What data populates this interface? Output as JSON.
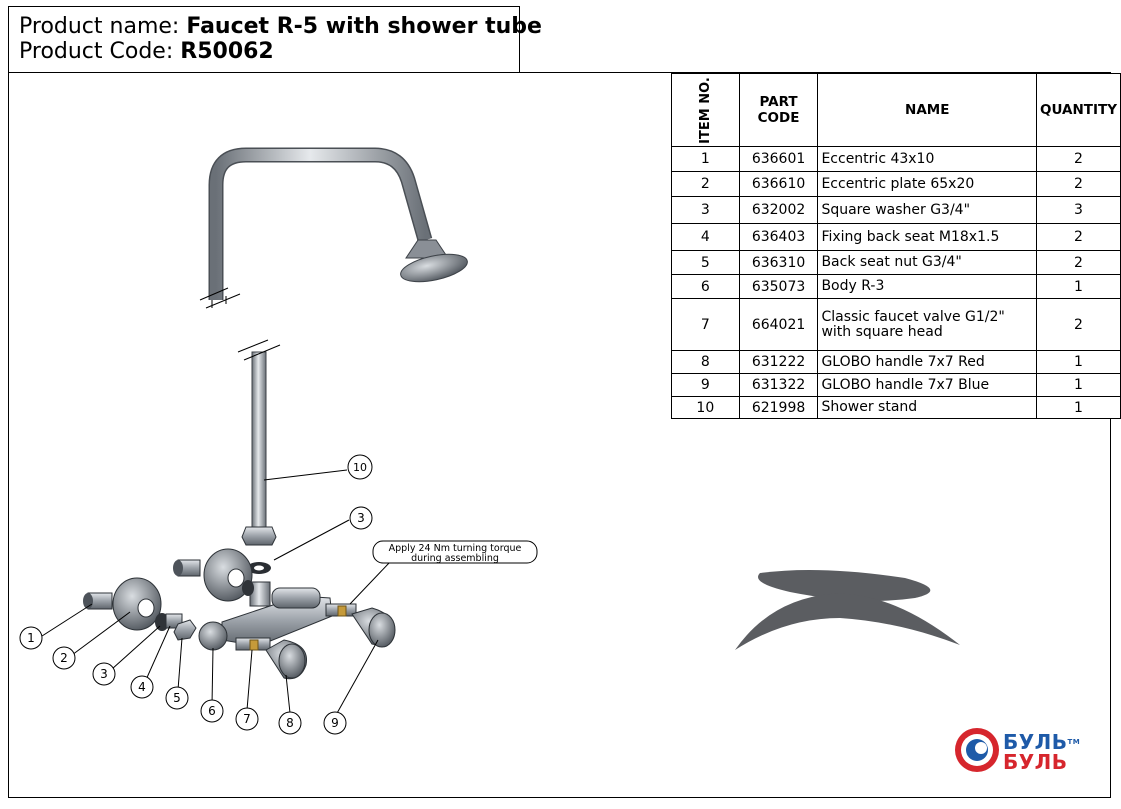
{
  "header": {
    "name_label": "Product name: ",
    "name_value": "Faucet R-5 with shower tube",
    "code_label": "Product Code: ",
    "code_value": "R50062"
  },
  "bom": {
    "headers": {
      "item": "ITEM NO.",
      "code": "PART CODE",
      "name": "NAME",
      "qty": "QUANTITY"
    },
    "rows": [
      {
        "item": "1",
        "code": "636601",
        "name": "Eccentric 43x10",
        "qty": "2"
      },
      {
        "item": "2",
        "code": "636610",
        "name": "Eccentric plate 65x20",
        "qty": "2"
      },
      {
        "item": "3",
        "code": "632002",
        "name": "Square washer G3/4\"",
        "qty": "3"
      },
      {
        "item": "4",
        "code": "636403",
        "name": "Fixing back seat M18x1.5",
        "qty": "2"
      },
      {
        "item": "5",
        "code": "636310",
        "name": "Back seat nut G3/4\"",
        "qty": "2"
      },
      {
        "item": "6",
        "code": "635073",
        "name": "Body R-3",
        "qty": "1"
      },
      {
        "item": "7",
        "code": "664021",
        "name": "Classic faucet valve G1/2\" with square head",
        "qty": "2"
      },
      {
        "item": "8",
        "code": "631222",
        "name": "GLOBO handle 7x7 Red",
        "qty": "1"
      },
      {
        "item": "9",
        "code": "631322",
        "name": "GLOBO handle 7x7 Blue",
        "qty": "1"
      },
      {
        "item": "10",
        "code": "621998",
        "name": "Shower stand",
        "qty": "1"
      }
    ]
  },
  "callouts": [
    "1",
    "2",
    "3",
    "4",
    "5",
    "6",
    "7",
    "8",
    "9",
    "10",
    "3"
  ],
  "note": {
    "line1": "Apply 24 Nm turning torque",
    "line2": "during assembling"
  },
  "logo": {
    "line1": "БУЛЬ",
    "line2": "БУЛЬ",
    "tm": "TM"
  },
  "colors": {
    "logo_blue": "#1e5aa8",
    "logo_red": "#d6262d",
    "part_grey": "#8a8f96"
  }
}
